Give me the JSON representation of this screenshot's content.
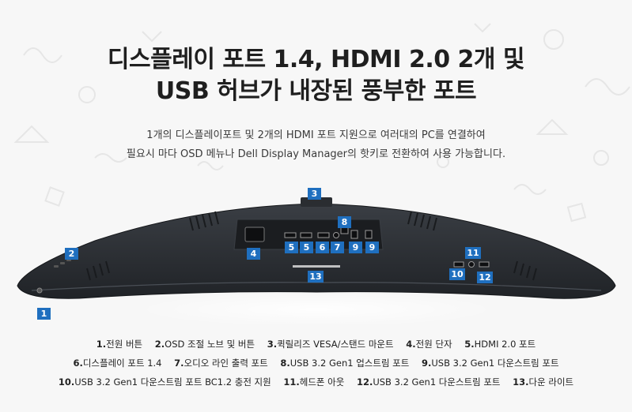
{
  "headline": {
    "line1": "디스플레이 포트 1.4, HDMI 2.0 2개 및",
    "line2": "USB 허브가 내장된 풍부한 포트"
  },
  "description": {
    "line1": "1개의 디스플레이포트 및 2개의 HDMI 포트 지원으로 여러대의 PC를 연결하여",
    "line2": "필요시 마다 OSD 메뉴나 Dell Display Manager의 핫키로 전환하여 사용 가능합니다."
  },
  "callouts": [
    "1",
    "2",
    "3",
    "4",
    "5",
    "5",
    "6",
    "7",
    "8",
    "9",
    "9",
    "10",
    "11",
    "12",
    "13"
  ],
  "legend": {
    "row1": [
      {
        "num": "1.",
        "label": "전원 버튼"
      },
      {
        "num": "2.",
        "label": "OSD 조절 노브 및 버튼"
      },
      {
        "num": "3.",
        "label": "퀵릴리즈 VESA/스탠드 마운트"
      },
      {
        "num": "4.",
        "label": "전원 단자"
      },
      {
        "num": "5.",
        "label": "HDMI 2.0 포트"
      }
    ],
    "row2": [
      {
        "num": "6.",
        "label": "디스플레이 포트 1.4"
      },
      {
        "num": "7.",
        "label": "오디오 라인 출력 포트"
      },
      {
        "num": "8.",
        "label": "USB 3.2 Gen1 업스트림 포트"
      },
      {
        "num": "9.",
        "label": "USB 3.2 Gen1 다운스트림 포트"
      }
    ],
    "row3": [
      {
        "num": "10.",
        "label": "USB 3.2 Gen1 다운스트림 포트 BC1.2 충전 지원"
      },
      {
        "num": "11.",
        "label": "헤드폰 아웃"
      },
      {
        "num": "12.",
        "label": "USB 3.2 Gen1 다운스트림 포트"
      },
      {
        "num": "13.",
        "label": "다운 라이트"
      }
    ]
  },
  "colors": {
    "callout": "#1f6fbf",
    "monitor_body": "#2c2f33",
    "background": "#f7f7f7"
  }
}
